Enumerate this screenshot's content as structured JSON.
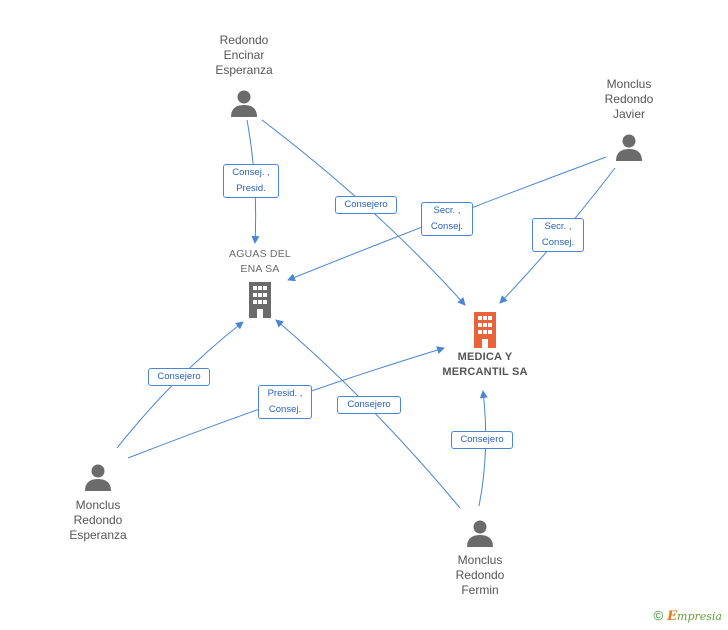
{
  "nodes": {
    "redondo_encinar_esperanza": {
      "label": "Redondo\nEncinar\nEsperanza",
      "kind": "person"
    },
    "monclus_redondo_javier": {
      "label": "Monclus\nRedondo\nJavier",
      "kind": "person"
    },
    "monclus_redondo_esperanza": {
      "label": "Monclus\nRedondo\nEsperanza",
      "kind": "person"
    },
    "monclus_redondo_fermin": {
      "label": "Monclus\nRedondo\nFermin",
      "kind": "person"
    },
    "aguas_del_ena": {
      "label": "AGUAS DEL\nENA SA",
      "kind": "company",
      "color": "#6b6b6b"
    },
    "medica_y_mercantil": {
      "label": "MEDICA Y\nMERCANTIL SA",
      "kind": "company",
      "color": "#e8623a"
    }
  },
  "edges": {
    "ree_aguas": {
      "label": "Consej. ,\nPresid."
    },
    "ree_medica": {
      "label": "Consejero"
    },
    "mrj_aguas": {
      "label": "Secr. ,\nConsej."
    },
    "mrj_medica": {
      "label": "Secr. ,\nConsej."
    },
    "mre_aguas": {
      "label": "Consejero"
    },
    "mre_medica": {
      "label": "Presid. ,\nConsej."
    },
    "mrf_aguas": {
      "label": "Consejero"
    },
    "mrf_medica": {
      "label": "Consejero"
    }
  },
  "colors": {
    "edge": "#4a86d4",
    "person_icon": "#6b6b6b"
  },
  "footer": {
    "copyright": "©",
    "brand_first": "E",
    "brand_rest": "mpresia"
  }
}
